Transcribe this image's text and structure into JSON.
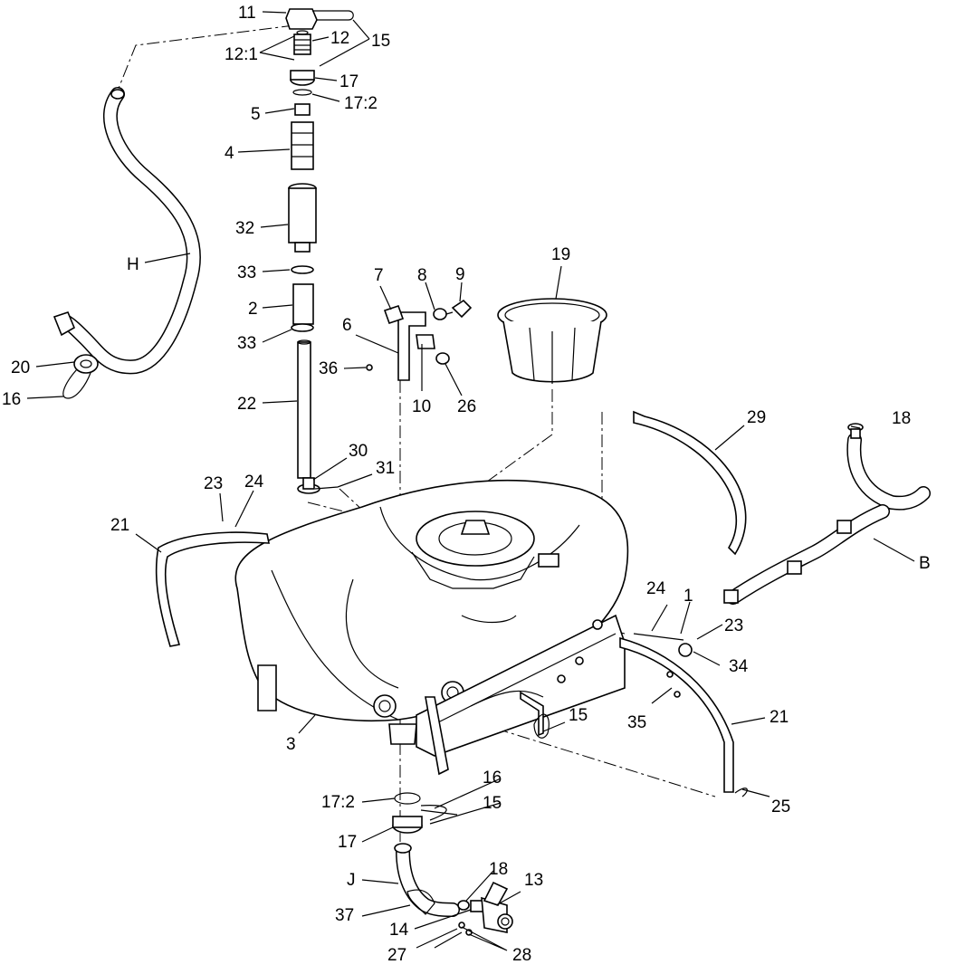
{
  "callouts": [
    {
      "id": "c11",
      "text": "11"
    },
    {
      "id": "c12",
      "text": "12"
    },
    {
      "id": "c12_1",
      "text": "12:1"
    },
    {
      "id": "c15a",
      "text": "15"
    },
    {
      "id": "c17a",
      "text": "17"
    },
    {
      "id": "c17_2a",
      "text": "17:2"
    },
    {
      "id": "c5",
      "text": "5"
    },
    {
      "id": "c4",
      "text": "4"
    },
    {
      "id": "c32",
      "text": "32"
    },
    {
      "id": "c33a",
      "text": "33"
    },
    {
      "id": "c2",
      "text": "2"
    },
    {
      "id": "c33b",
      "text": "33"
    },
    {
      "id": "c22",
      "text": "22"
    },
    {
      "id": "cH",
      "text": "H"
    },
    {
      "id": "c20",
      "text": "20"
    },
    {
      "id": "c16a",
      "text": "16"
    },
    {
      "id": "c7",
      "text": "7"
    },
    {
      "id": "c8",
      "text": "8"
    },
    {
      "id": "c9",
      "text": "9"
    },
    {
      "id": "c6",
      "text": "6"
    },
    {
      "id": "c36",
      "text": "36"
    },
    {
      "id": "c10",
      "text": "10"
    },
    {
      "id": "c26",
      "text": "26"
    },
    {
      "id": "c19",
      "text": "19"
    },
    {
      "id": "c29",
      "text": "29"
    },
    {
      "id": "c18a",
      "text": "18"
    },
    {
      "id": "cB",
      "text": "B"
    },
    {
      "id": "c30",
      "text": "30"
    },
    {
      "id": "c31",
      "text": "31"
    },
    {
      "id": "c23a",
      "text": "23"
    },
    {
      "id": "c24a",
      "text": "24"
    },
    {
      "id": "c21a",
      "text": "21"
    },
    {
      "id": "c24b",
      "text": "24"
    },
    {
      "id": "c1",
      "text": "1"
    },
    {
      "id": "c23b",
      "text": "23"
    },
    {
      "id": "c34",
      "text": "34"
    },
    {
      "id": "c35",
      "text": "35"
    },
    {
      "id": "c21b",
      "text": "21"
    },
    {
      "id": "c15b",
      "text": "15"
    },
    {
      "id": "c3",
      "text": "3"
    },
    {
      "id": "c16b",
      "text": "16"
    },
    {
      "id": "c17_2b",
      "text": "17:2"
    },
    {
      "id": "c15c",
      "text": "15"
    },
    {
      "id": "c17b",
      "text": "17"
    },
    {
      "id": "c25",
      "text": "25"
    },
    {
      "id": "cJ",
      "text": "J"
    },
    {
      "id": "c18b",
      "text": "18"
    },
    {
      "id": "c13",
      "text": "13"
    },
    {
      "id": "c37",
      "text": "37"
    },
    {
      "id": "c14",
      "text": "14"
    },
    {
      "id": "c27",
      "text": "27"
    },
    {
      "id": "c28",
      "text": "28"
    }
  ]
}
